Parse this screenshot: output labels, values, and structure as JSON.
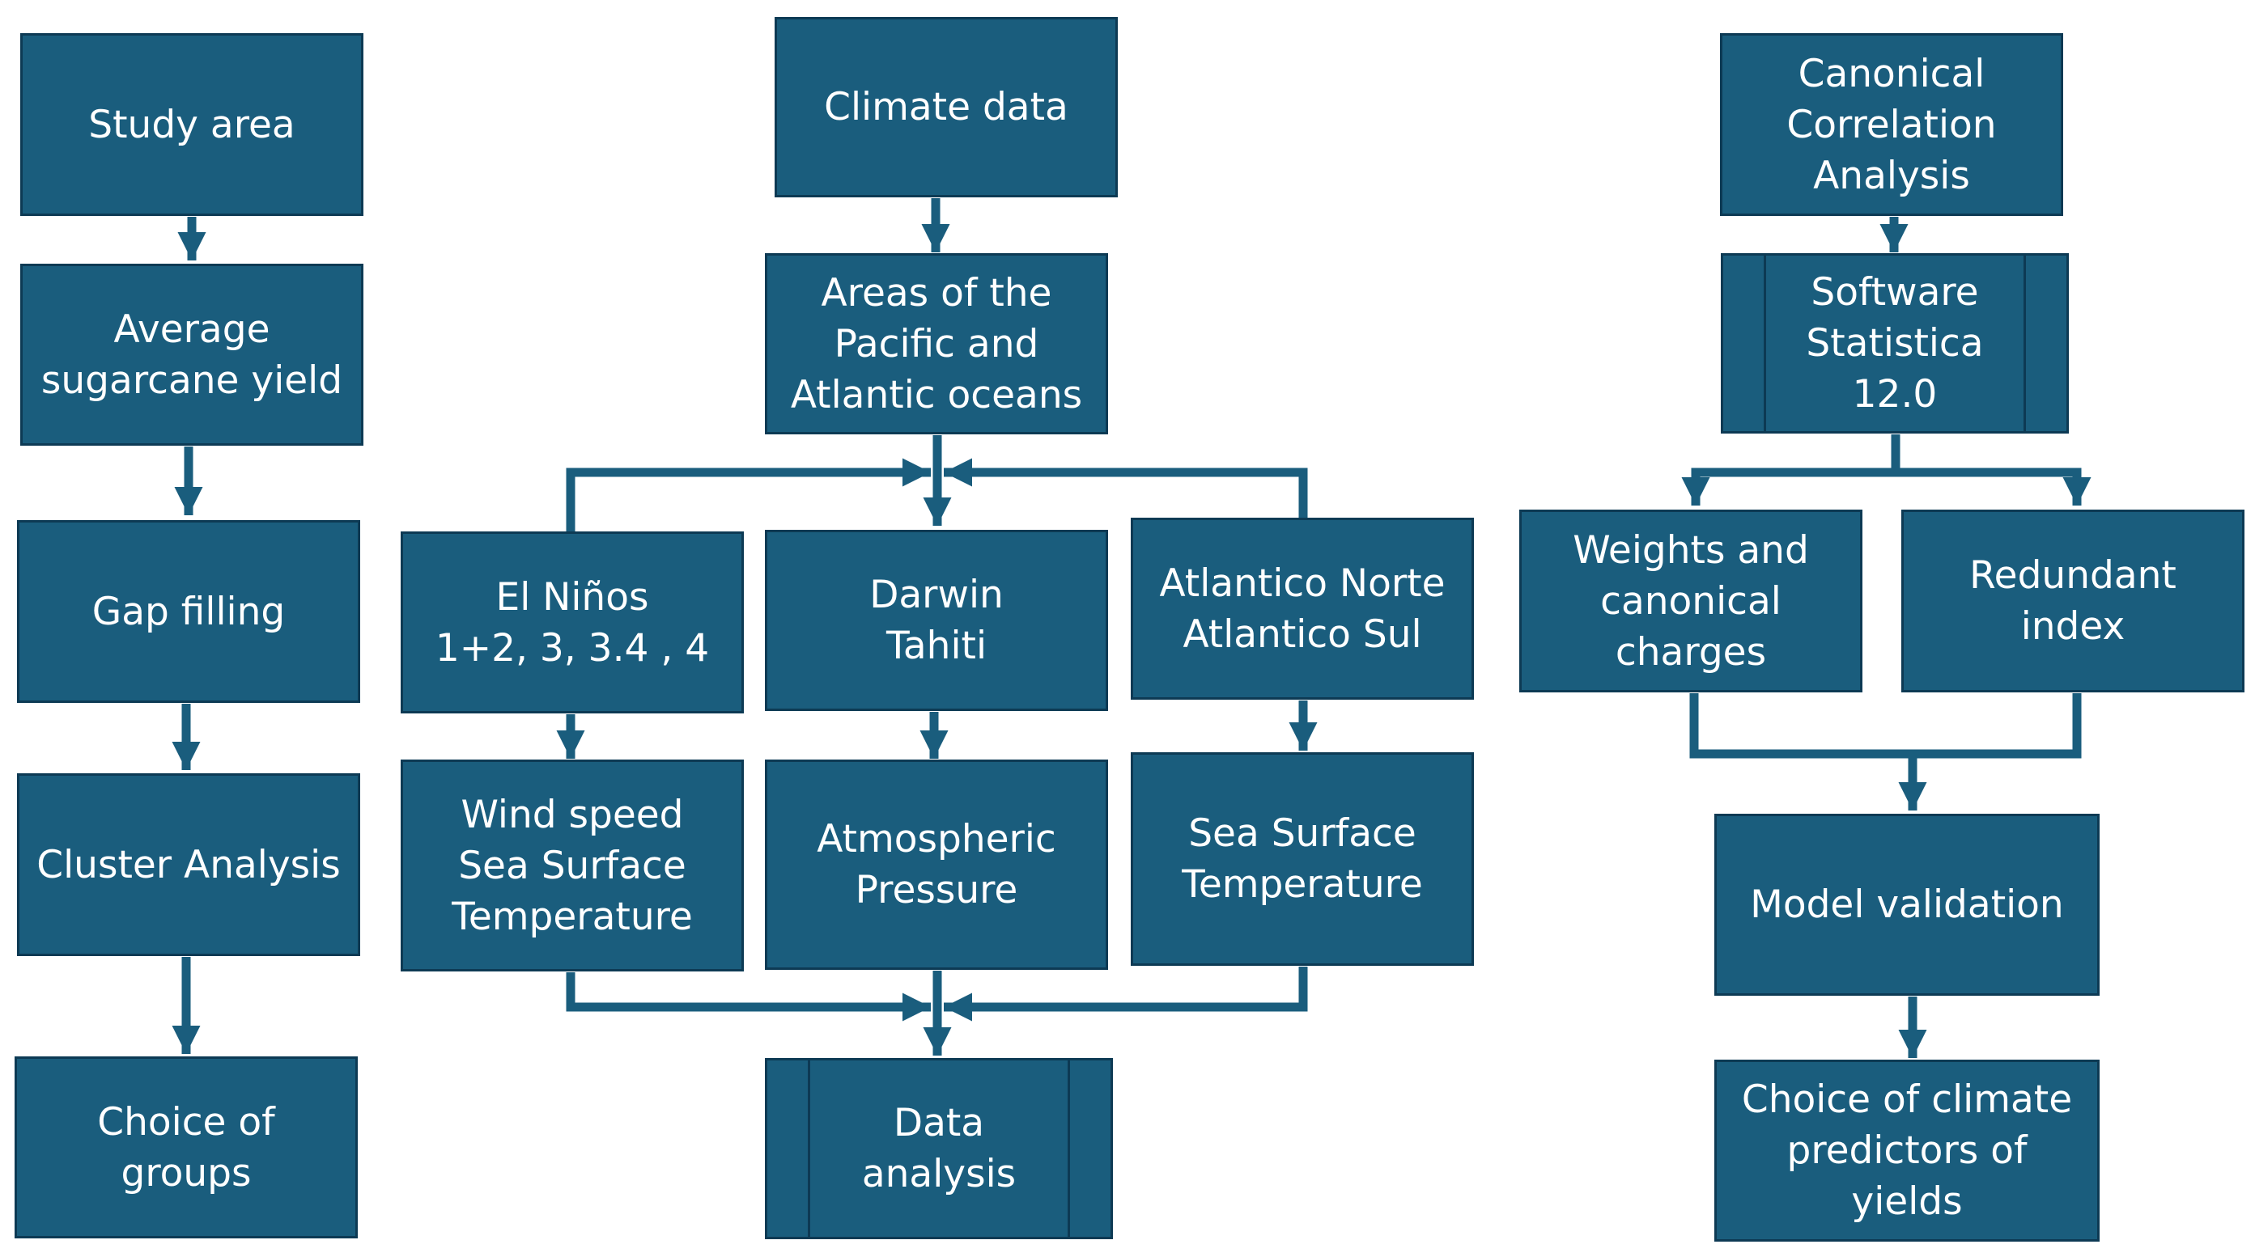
{
  "columns": {
    "left": [
      {
        "id": "study-area",
        "label": "Study area"
      },
      {
        "id": "average-sugarcane-yield",
        "label": "Average\nsugarcane yield"
      },
      {
        "id": "gap-filling",
        "label": "Gap filling"
      },
      {
        "id": "cluster-analysis",
        "label": "Cluster Analysis"
      },
      {
        "id": "choice-of-groups",
        "label": "Choice of\ngroups"
      }
    ],
    "middle": [
      {
        "id": "climate-data",
        "label": "Climate data"
      },
      {
        "id": "areas-pacific-atlantic",
        "label": "Areas of the\nPacific and\nAtlantic oceans"
      },
      {
        "id": "el-ninos",
        "label": "El Niños\n1+2, 3, 3.4 ,  4"
      },
      {
        "id": "darwin-tahiti",
        "label": "Darwin\nTahiti"
      },
      {
        "id": "atlantico",
        "label": "Atlantico Norte\nAtlantico Sul"
      },
      {
        "id": "wind-speed-sst",
        "label": "Wind speed\nSea Surface\nTemperature"
      },
      {
        "id": "atmospheric-pressure",
        "label": "Atmospheric\nPressure"
      },
      {
        "id": "sea-surface-temperature",
        "label": "Sea Surface\nTemperature"
      },
      {
        "id": "data-analysis",
        "label": "Data\nanalysis"
      }
    ],
    "right": [
      {
        "id": "canonical-correlation-analysis",
        "label": "Canonical\nCorrelation\nAnalysis"
      },
      {
        "id": "software-statistica",
        "label": "Software\nStatistica\n12.0"
      },
      {
        "id": "weights-canonical-charges",
        "label": "Weights and\ncanonical\ncharges"
      },
      {
        "id": "redundant-index",
        "label": "Redundant\nindex"
      },
      {
        "id": "model-validation",
        "label": "Model validation"
      },
      {
        "id": "choice-of-climate-predictors",
        "label": "Choice of climate\npredictors of yields"
      }
    ]
  },
  "colors": {
    "box_fill": "#1a5d7d",
    "box_border": "#0d3a54",
    "text": "#ffffff",
    "arrow": "#1a5d7d"
  }
}
